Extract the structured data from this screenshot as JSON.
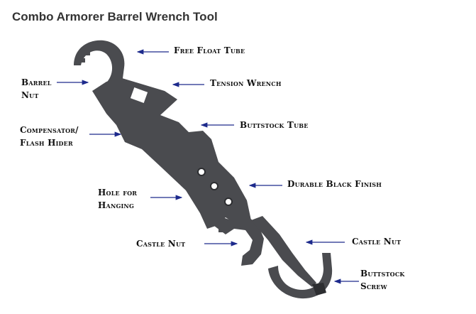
{
  "page": {
    "title": "Combo Armorer Barrel Wrench Tool"
  },
  "colors": {
    "tool": "#4a4b4f",
    "tool_dark": "#2d2e31",
    "arrow": "#1d2a8c",
    "background": "#ffffff"
  },
  "labels": {
    "free_float_tube": "Free Float Tube",
    "barrel_nut": [
      "Barrel",
      "Nut"
    ],
    "tension_wrench": "Tension Wrench",
    "compensator_flash_hider": [
      "Compensator/",
      "Flash Hider"
    ],
    "buttstock_tube": "Buttstock Tube",
    "durable_black_finish": "Durable Black Finish",
    "hole_for_hanging": [
      "Hole for",
      "Hanging"
    ],
    "castle_nut_left": "Castle Nut",
    "castle_nut_right": "Castle Nut",
    "buttstock_screw": [
      "Buttstock",
      "Screw"
    ]
  }
}
